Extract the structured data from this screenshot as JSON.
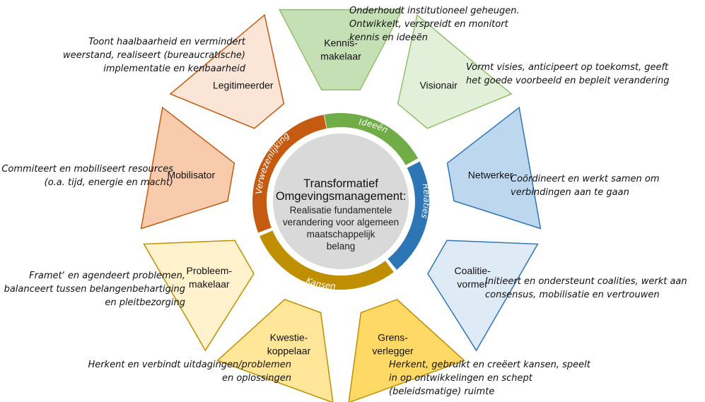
{
  "center": {
    "title_lines": [
      "Transformatief",
      "Omgevingsmanagement:"
    ],
    "body_lines": [
      "Realisatie fundamentele",
      "verandering voor algemeen",
      "maatschappelijk",
      "belang"
    ]
  },
  "ring": [
    {
      "label": "Ideeën",
      "color": "#70ad47"
    },
    {
      "label": "Relaties",
      "color": "#2e75b6"
    },
    {
      "label": "Kansen",
      "color": "#bf8f00"
    },
    {
      "label": "Verwezenlijking",
      "color": "#c55a11"
    }
  ],
  "roles": [
    {
      "lines": [
        "Kennis-",
        "makelaar"
      ],
      "fill": "#c5e0b4",
      "stroke": "#92c06a",
      "desc": [
        "Onderhoudt institutioneel geheugen.",
        "Ontwikkelt, verspreidt en monitort",
        "kennis en ideeën"
      ]
    },
    {
      "lines": [
        "Visionair"
      ],
      "fill": "#e2f0d9",
      "stroke": "#92c06a",
      "desc": [
        "Vormt visies, anticipeert op toekomst, geeft",
        "het goede voorbeeld en bepleit verandering"
      ]
    },
    {
      "lines": [
        "Netwerker"
      ],
      "fill": "#bdd7ee",
      "stroke": "#2e75b6",
      "desc": [
        "Coördineert en werkt samen om",
        "verbindingen aan te gaan"
      ]
    },
    {
      "lines": [
        "Coalitie-",
        "vormer"
      ],
      "fill": "#deebf7",
      "stroke": "#2e75b6",
      "desc": [
        "Initieert en ondersteunt coalities, werkt aan",
        "consensus, mobilisatie en vertrouwen"
      ]
    },
    {
      "lines": [
        "Grens-",
        "verlegger"
      ],
      "fill": "#ffd966",
      "stroke": "#bf8f00",
      "desc": [
        "Herkent, gebruikt en creëert kansen, speelt",
        "in op ontwikkelingen en schept",
        "(beleidsmatige) ruimte"
      ]
    },
    {
      "lines": [
        "Kwestie-",
        "koppelaar"
      ],
      "fill": "#ffe699",
      "stroke": "#bf8f00",
      "desc": [
        "Herkent en verbindt uitdagingen/problemen",
        "en oplossingen"
      ]
    },
    {
      "lines": [
        "Probleem-",
        "makelaar"
      ],
      "fill": "#fff2cc",
      "stroke": "#bf8f00",
      "desc": [
        "Frametʼ en agendeert problemen,",
        "balanceert tussen belangenbehartiging",
        "en pleitbezorging"
      ]
    },
    {
      "lines": [
        "Mobilisator"
      ],
      "fill": "#f8cbad",
      "stroke": "#c55a11",
      "desc": [
        "Commiteert en mobiliseert resources",
        "(o.a. tijd, energie en macht)"
      ]
    },
    {
      "lines": [
        "Legitimeerder"
      ],
      "fill": "#fbe5d6",
      "stroke": "#c55a11",
      "desc": [
        "Toont haalbaarheid en vermindert",
        "weerstand, realiseert (bureaucratische)",
        "implementatie en kenbaarheid"
      ]
    }
  ]
}
